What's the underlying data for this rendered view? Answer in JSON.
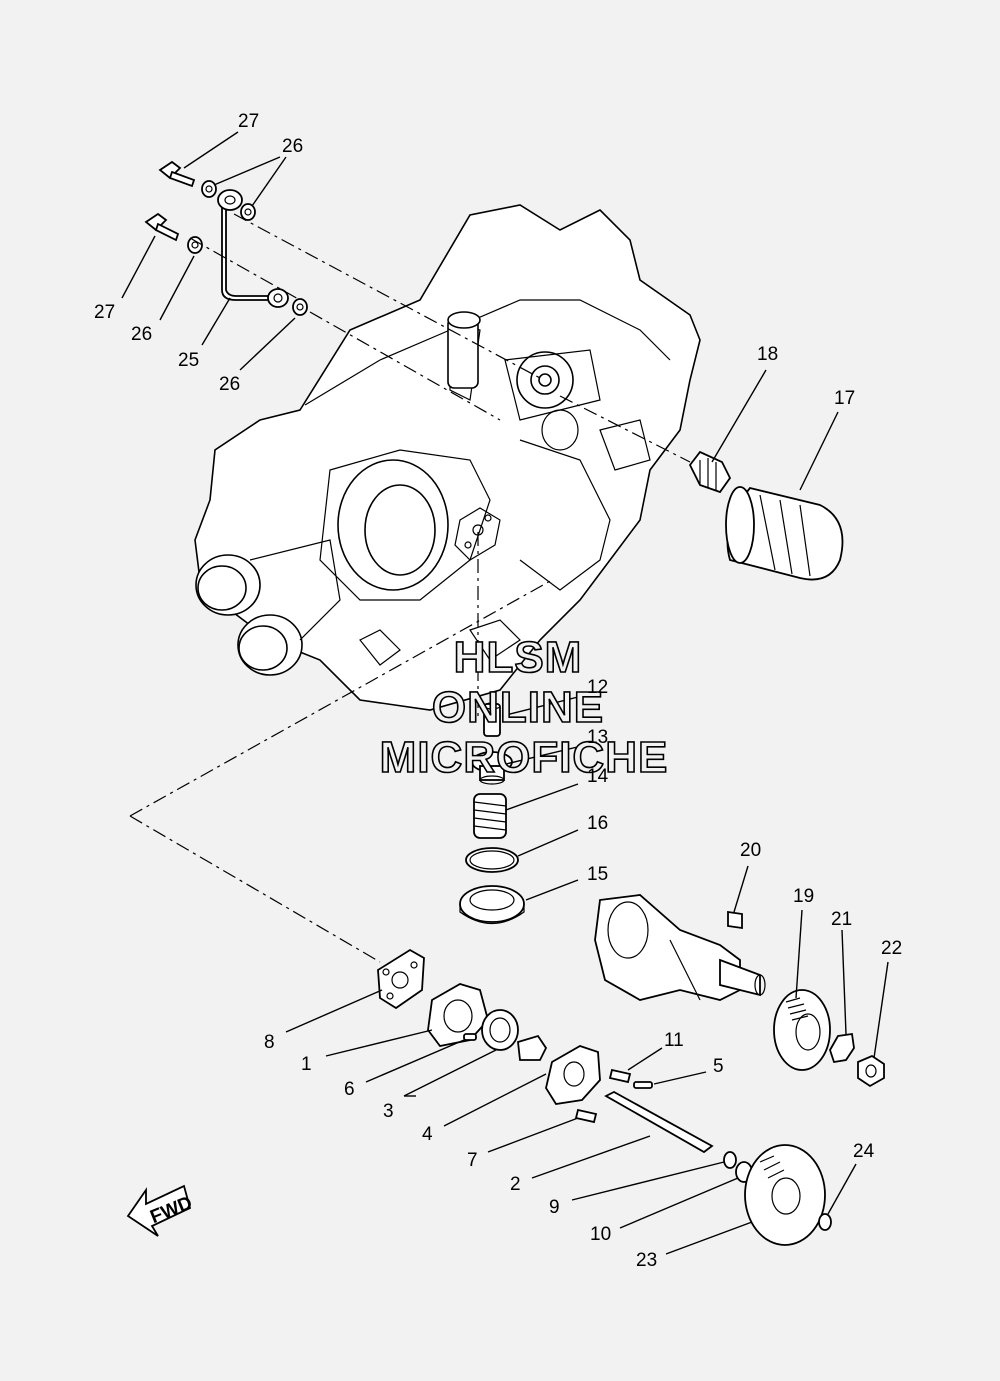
{
  "watermark": {
    "line1": "HLSM",
    "line2": "ONLINE",
    "line3": "MICROFICHE"
  },
  "fwd_label": "FWD",
  "callouts": {
    "c27a": "27",
    "c26a": "26",
    "c27b": "27",
    "c26b": "26",
    "c25": "25",
    "c26c": "26",
    "c18": "18",
    "c17": "17",
    "c12": "12",
    "c13": "13",
    "c14": "14",
    "c16": "16",
    "c15": "15",
    "c20": "20",
    "c19": "19",
    "c21": "21",
    "c22": "22",
    "c8": "8",
    "c1": "1",
    "c6": "6",
    "c3": "3",
    "c4": "4",
    "c11": "11",
    "c5": "5",
    "c7": "7",
    "c2": "2",
    "c9": "9",
    "c10": "10",
    "c23": "23",
    "c24": "24"
  }
}
